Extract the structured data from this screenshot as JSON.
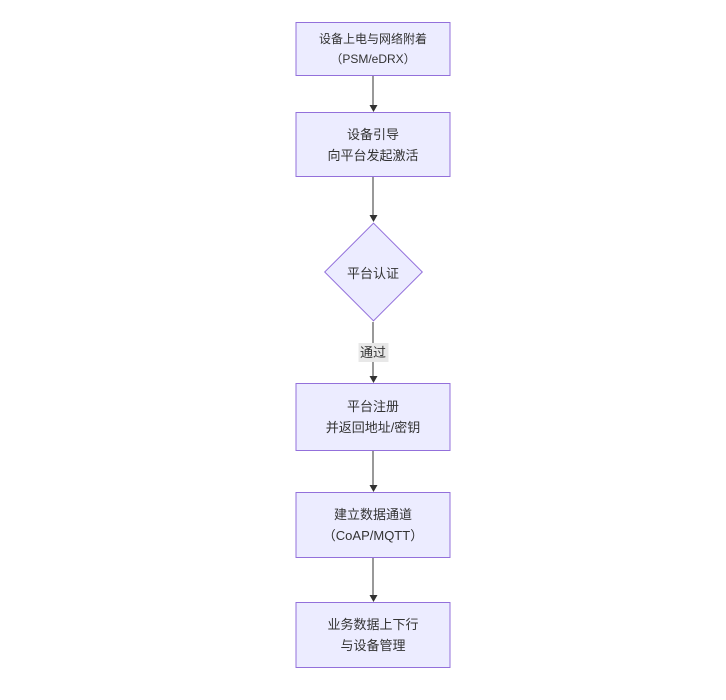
{
  "diagram": {
    "type": "flowchart",
    "direction": "top-down",
    "colors": {
      "canvas_bg": "#ffffff",
      "node_fill": "#ECECFF",
      "node_border": "#9370DB",
      "node_text": "#333333",
      "edge_stroke": "#333333",
      "edge_label_bg": "#e8e8e8"
    },
    "nodes": [
      {
        "shape": "rect",
        "line1": "设备上电与网络附着",
        "line2": "（PSM/eDRX）"
      },
      {
        "shape": "rect",
        "line1": "设备引导",
        "line2": "向平台发起激活"
      },
      {
        "shape": "diamond",
        "line1": "平台认证"
      },
      {
        "shape": "rect",
        "line1": "平台注册",
        "line2": "并返回地址/密钥"
      },
      {
        "shape": "rect",
        "line1": "建立数据通道",
        "line2": "（CoAP/MQTT）"
      },
      {
        "shape": "rect",
        "line1": "业务数据上下行",
        "line2": "与设备管理"
      }
    ],
    "edges": [
      {
        "label": ""
      },
      {
        "label": ""
      },
      {
        "label": "通过"
      },
      {
        "label": ""
      },
      {
        "label": ""
      }
    ]
  }
}
